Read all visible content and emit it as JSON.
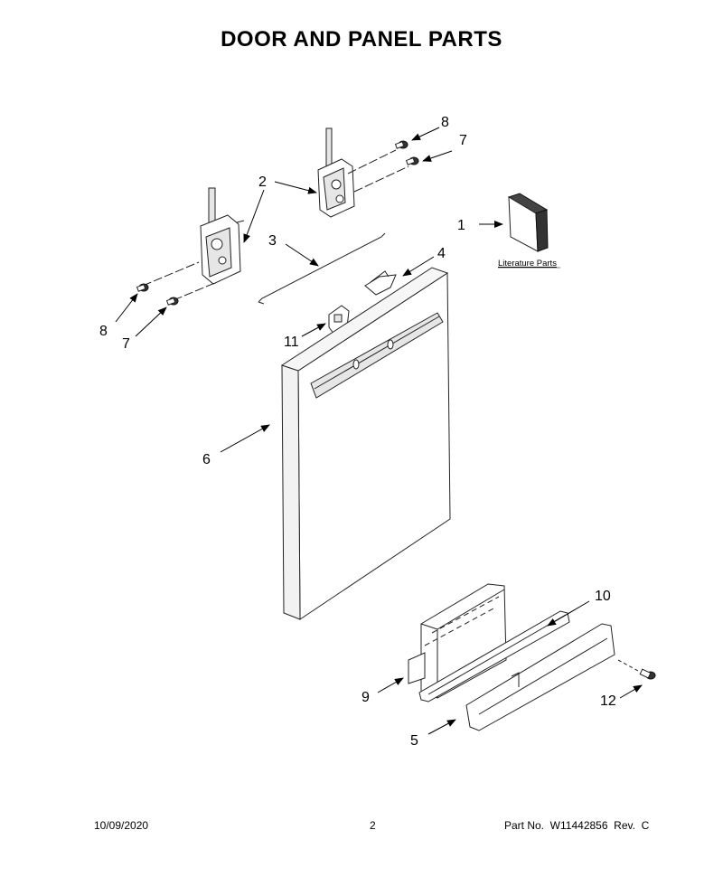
{
  "title": "DOOR AND PANEL PARTS",
  "callouts": {
    "c1": "1",
    "c2": "2",
    "c3": "3",
    "c4": "4",
    "c5": "5",
    "c6": "6",
    "c7_left": "7",
    "c7_right": "7",
    "c8_left": "8",
    "c8_right": "8",
    "c9": "9",
    "c10": "10",
    "c11": "11",
    "c12": "12"
  },
  "literature_label": "Literature Parts",
  "footer": {
    "date": "10/09/2020",
    "page": "2",
    "part": "Part No.  W11442856  Rev.  C"
  }
}
